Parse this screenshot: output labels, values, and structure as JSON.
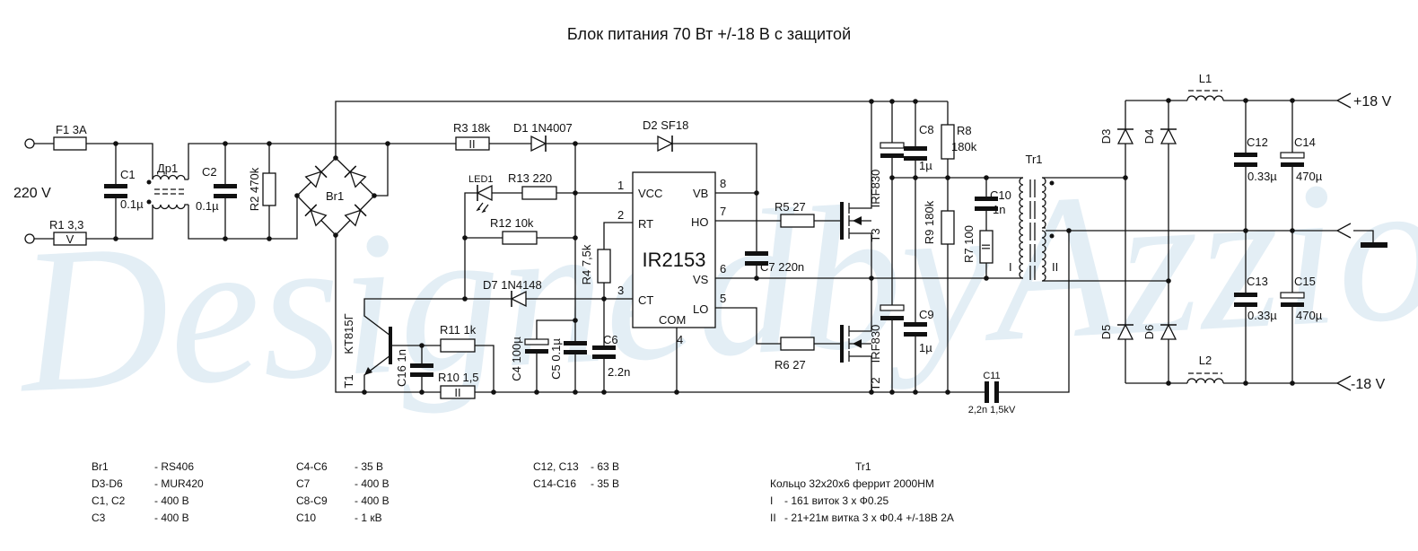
{
  "title": "Блок питания 70 Вт +/-18 В с защитой",
  "watermark": "DesignedbyAzziop",
  "input": {
    "voltage": "220 V",
    "F1": "F1  3A",
    "R1": "R1  3,3",
    "R1_mark": "V"
  },
  "labels": {
    "C1": "C1",
    "C1_val": "0.1µ",
    "Dr1": "Др1",
    "C2": "C2",
    "C2_val": "0.1µ",
    "R2": "R2  470k",
    "Br1": "Br1",
    "R3": "R3  18k",
    "R3_mark": "II",
    "D1": "D1  1N4007",
    "D2": "D2  SF18",
    "LED1": "LED1",
    "R13": "R13  220",
    "R12": "R12   10k",
    "D7": "D7   1N4148",
    "R4": "R4  7,5k",
    "T1_type": "KT815Г",
    "T1": "T1",
    "R11": "R11  1k",
    "C16": "C16  1n",
    "R10": "R10  1,5",
    "R10_mark": "II",
    "C4": "C4  100µ",
    "C5": "C5  0.1µ",
    "C6": "C6",
    "C6_val": "2.2n",
    "C7": "C7  220n",
    "R5": "R5  27",
    "R6": "R6  27",
    "T3": "T3",
    "T3_type": "IRF830",
    "T2": "T2",
    "T2_type": "IRF830",
    "C8": "C8",
    "C8_val": "1µ",
    "C9": "C9",
    "C9_val": "1µ",
    "R8": "R8",
    "R8_val": "180k",
    "R9": "R9  180k",
    "R7": "R7  100",
    "R7_mark": "II",
    "C10": "C10",
    "C10_val": "1n",
    "C11": "C11",
    "C11_val": "2,2n 1,5kV",
    "Tr1": "Tr1",
    "Tr1_I": "I",
    "Tr1_II": "II",
    "L1": "L1",
    "L2": "L2",
    "D3": "D3",
    "D4": "D4",
    "D5": "D5",
    "D6": "D6",
    "C12": "C12",
    "C12_val": "0.33µ",
    "C13": "C13",
    "C13_val": "0.33µ",
    "C14": "C14",
    "C14_val": "470µ",
    "C15": "C15",
    "C15_val": "470µ",
    "out_pos": "+18 V",
    "out_neg": "-18 V"
  },
  "ic": {
    "name": "IR2153",
    "pins": {
      "p1": "1",
      "p2": "2",
      "p3": "3",
      "p4": "4",
      "p5": "5",
      "p6": "6",
      "p7": "7",
      "p8": "8",
      "vcc": "VCC",
      "rt": "RT",
      "ct": "CT",
      "com": "COM",
      "vb": "VB",
      "ho": "HO",
      "vs": "VS",
      "lo": "LO"
    }
  },
  "legend": {
    "col1": [
      [
        "Br1",
        "- RS406"
      ],
      [
        "D3-D6",
        "- MUR420"
      ],
      [
        "C1, C2",
        "- 400 В"
      ],
      [
        "C3",
        "- 400 В"
      ]
    ],
    "col2": [
      [
        "C4-C6",
        "- 35 В"
      ],
      [
        "C7",
        "- 400 В"
      ],
      [
        "C8-C9",
        "- 400 В"
      ],
      [
        "C10",
        "- 1 кВ"
      ]
    ],
    "col3": [
      [
        "C12, C13",
        "- 63 В"
      ],
      [
        "C14-C16",
        "- 35 В"
      ]
    ],
    "tr1": {
      "title": "Tr1",
      "core": "Кольцо 32х20х6 феррит 2000НМ",
      "w1": [
        "I",
        "- 161  виток  3 х Ф0.25"
      ],
      "w2": [
        "II",
        "- 21+21м витка  3 х Ф0.4   +/-18В  2А"
      ]
    }
  }
}
